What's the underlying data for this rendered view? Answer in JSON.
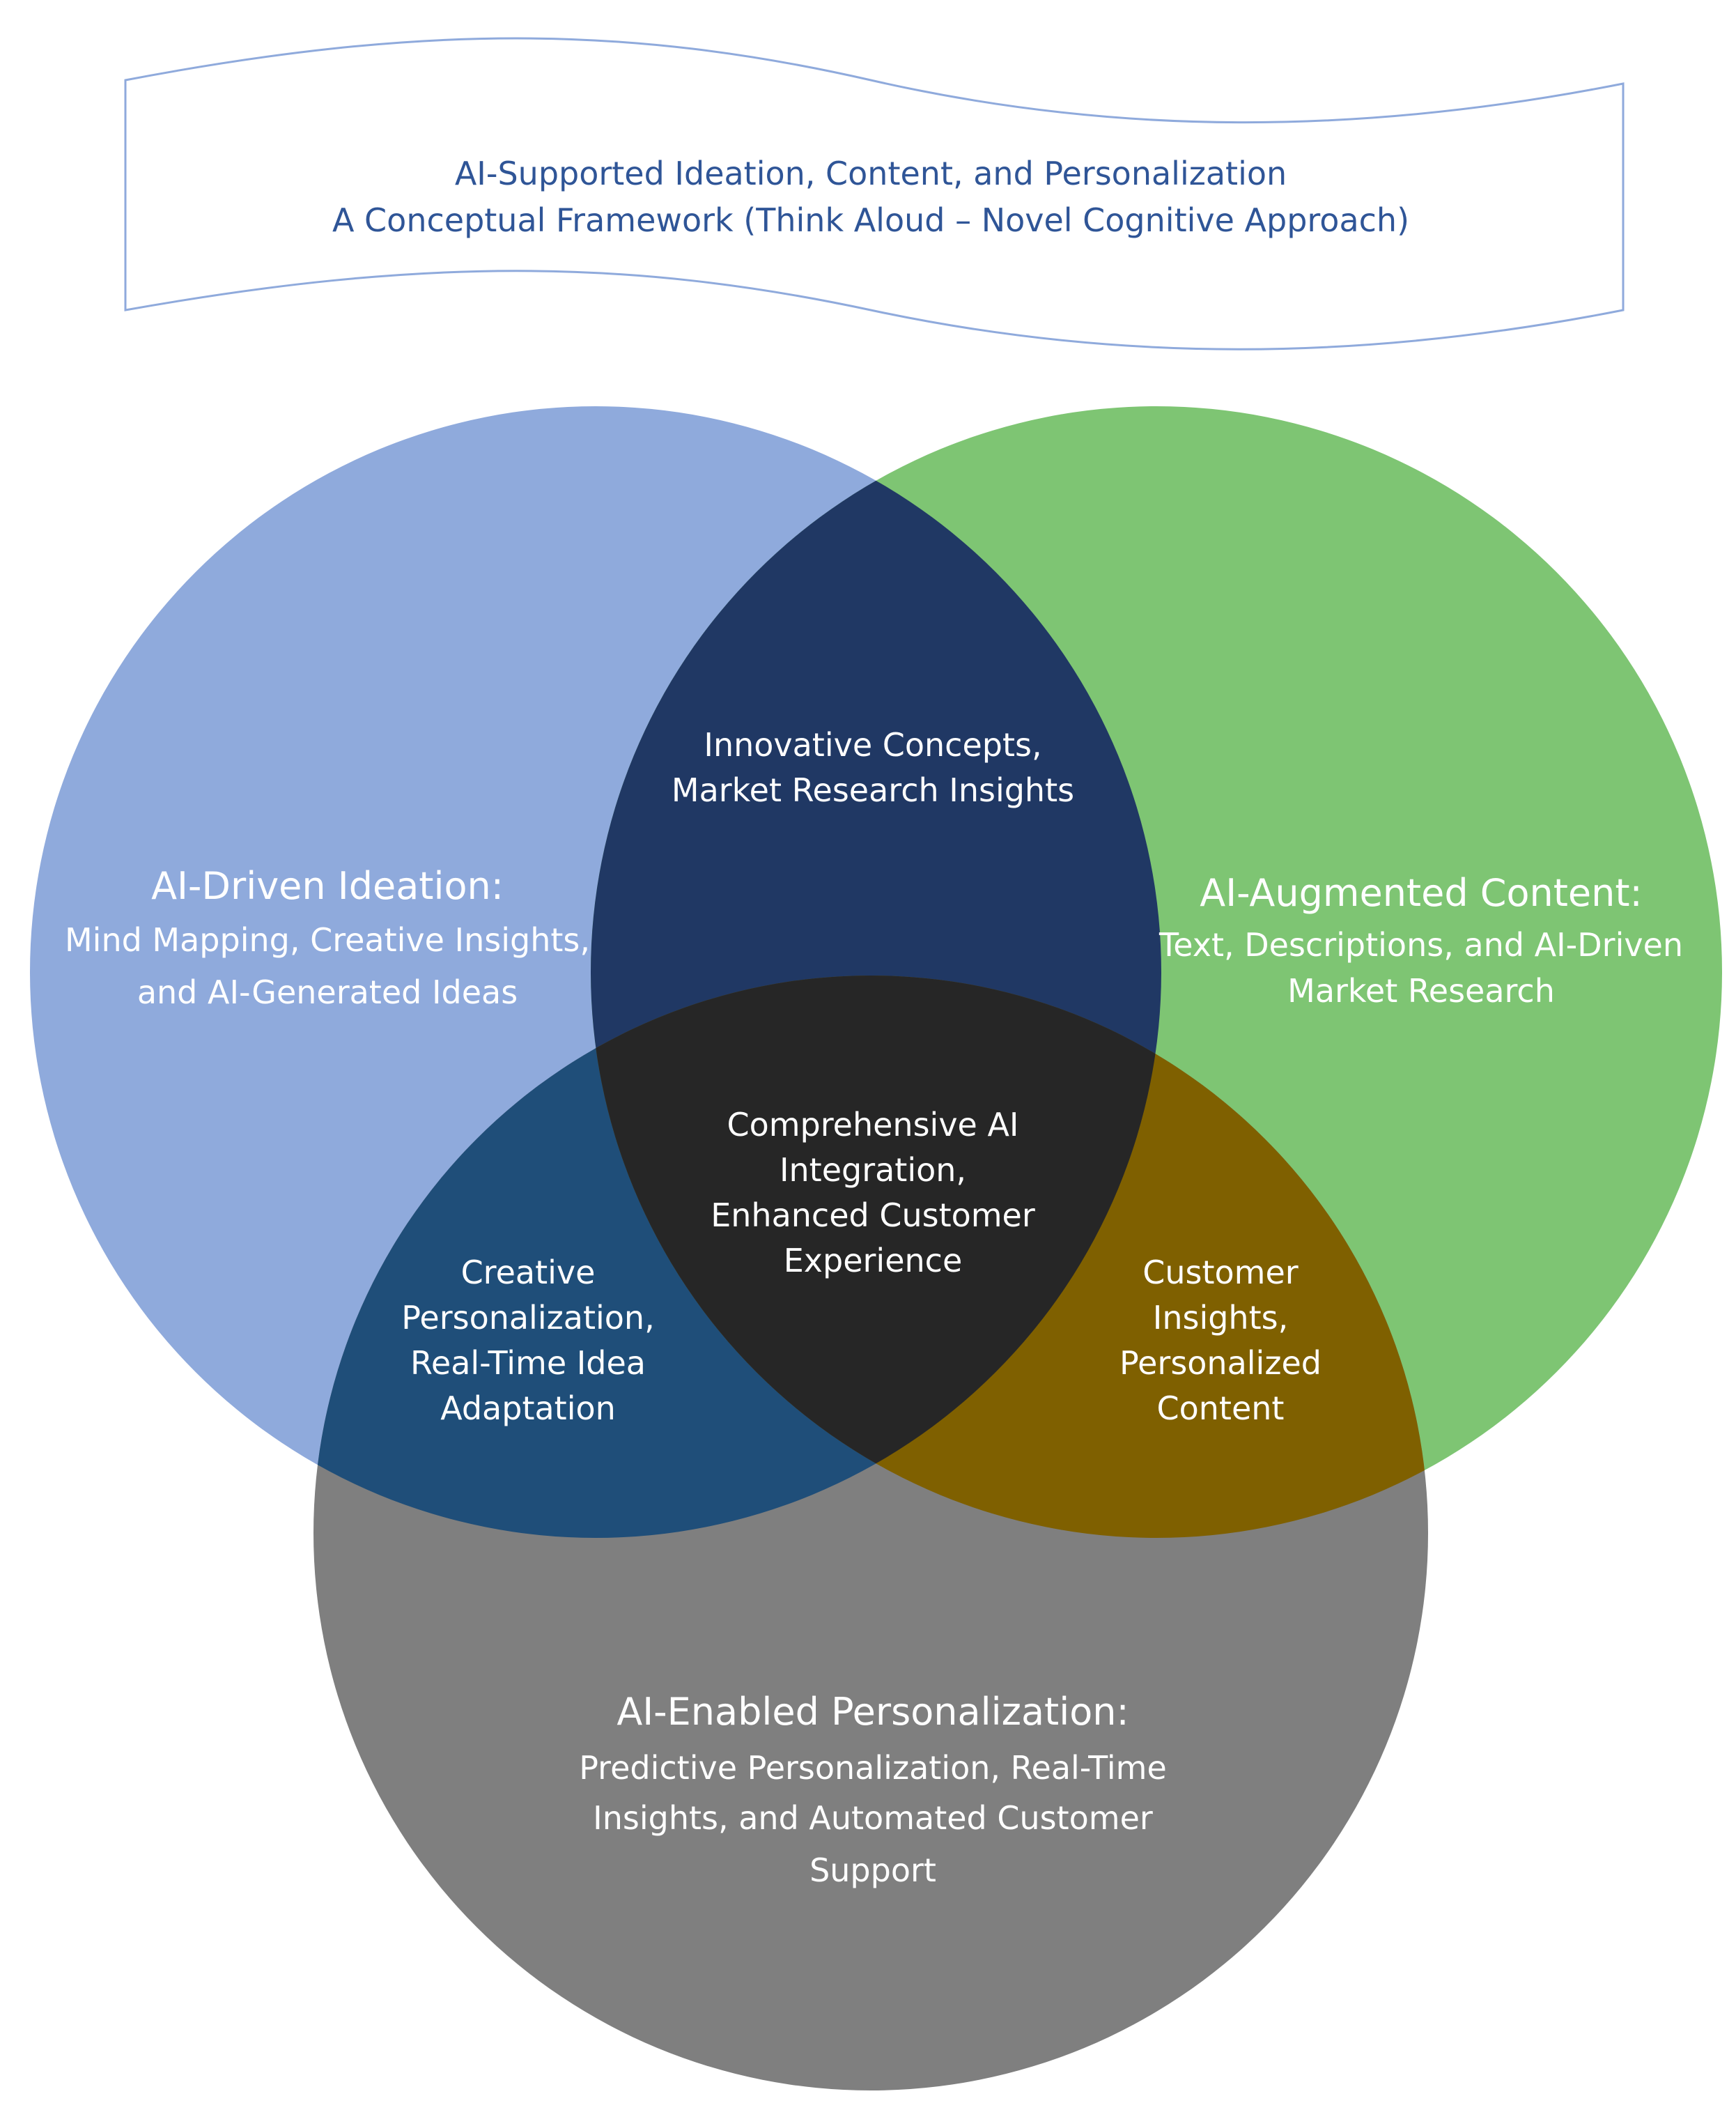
{
  "banner": {
    "line1": "AI-Supported Ideation, Content, and Personalization",
    "line2": "A Conceptual Framework (Think Aloud – Novel Cognitive Approach)",
    "text_color": "#2f5597",
    "border_color": "#8faadc",
    "fill_color": "#ffffff"
  },
  "circles": {
    "ideation": {
      "title": "AI-Driven Ideation:",
      "lines": [
        "Mind Mapping, Creative Insights,",
        "and AI-Generated Ideas"
      ],
      "color": "#8faadc"
    },
    "content": {
      "title": "AI-Augmented Content:",
      "lines": [
        "Text, Descriptions, and AI-Driven",
        "Market Research"
      ],
      "color": "#7ec573"
    },
    "personalization": {
      "title": "AI-Enabled Personalization:",
      "lines": [
        "Predictive Personalization, Real-Time",
        "Insights, and Automated Customer",
        "Support"
      ],
      "color": "#7f7f7f"
    }
  },
  "intersections": {
    "ideation_content": {
      "lines": [
        "Innovative Concepts,",
        "Market Research Insights"
      ],
      "color": "#203864"
    },
    "ideation_personalization": {
      "lines": [
        "Creative",
        "Personalization,",
        "Real-Time Idea",
        "Adaptation"
      ],
      "color": "#1f4e79"
    },
    "content_personalization": {
      "lines": [
        "Customer",
        "Insights,",
        "Personalized",
        "Content"
      ],
      "color": "#7f6000"
    },
    "center": {
      "lines": [
        "Comprehensive AI",
        "Integration,",
        "Enhanced Customer",
        "Experience"
      ],
      "color": "#262626"
    }
  }
}
